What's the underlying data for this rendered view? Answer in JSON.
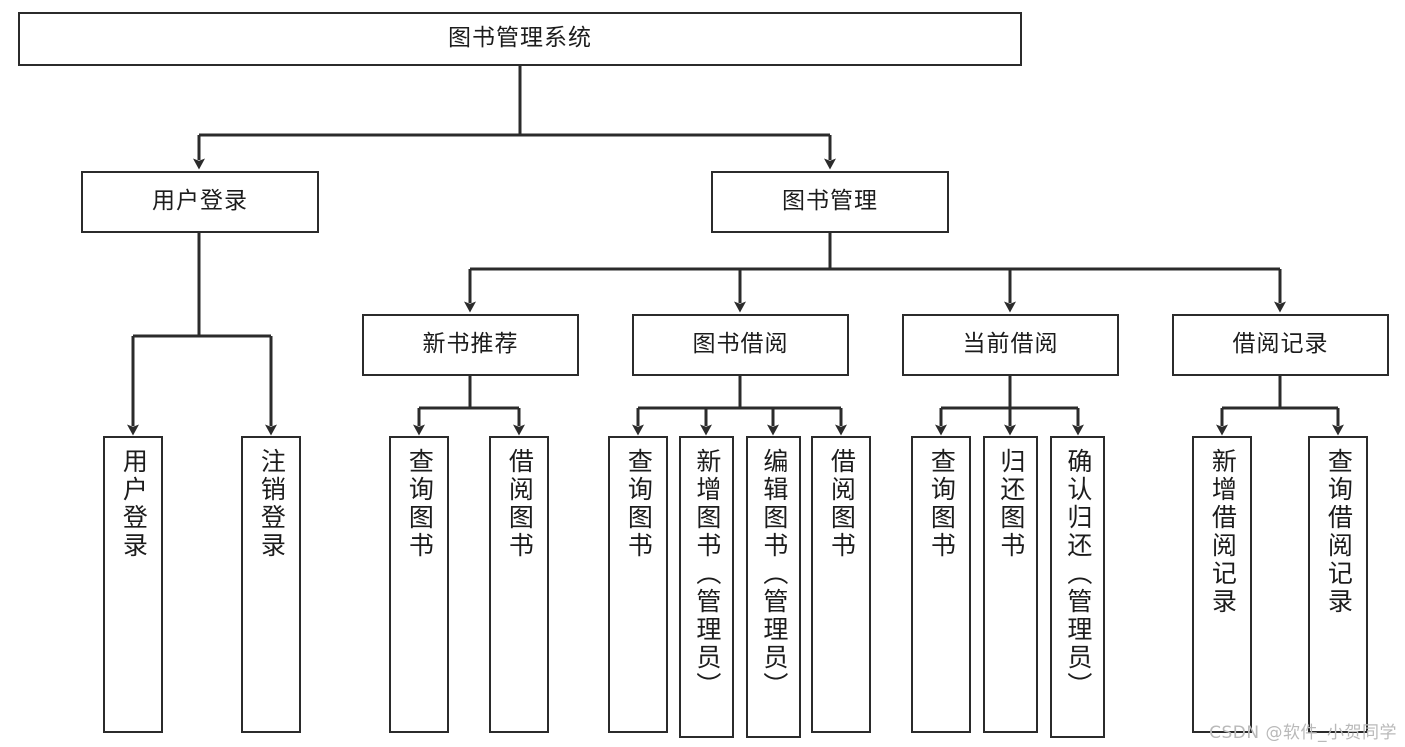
{
  "diagram": {
    "type": "tree",
    "title": "图书管理系统",
    "root": {
      "label": "图书管理系统"
    },
    "level2": [
      {
        "label": "用户登录"
      },
      {
        "label": "图书管理"
      }
    ],
    "level3": [
      {
        "label": "新书推荐"
      },
      {
        "label": "图书借阅"
      },
      {
        "label": "当前借阅"
      },
      {
        "label": "借阅记录"
      }
    ],
    "leaves": {
      "user_login": [
        {
          "label": "用户登录"
        },
        {
          "label": "注销登录"
        }
      ],
      "new_book": [
        {
          "label": "查询图书"
        },
        {
          "label": "借阅图书"
        }
      ],
      "borrow_book": [
        {
          "label": "查询图书"
        },
        {
          "label": "新增图书（管理员）"
        },
        {
          "label": "编辑图书（管理员）"
        },
        {
          "label": "借阅图书"
        }
      ],
      "current_borrow": [
        {
          "label": "查询图书"
        },
        {
          "label": "归还图书"
        },
        {
          "label": "确认归还（管理员）"
        }
      ],
      "borrow_record": [
        {
          "label": "新增借阅记录"
        },
        {
          "label": "查询借阅记录"
        }
      ]
    }
  },
  "watermark": {
    "text": "CSDN @软件_小贺同学"
  },
  "colors": {
    "border": "#2b2b2b",
    "background": "#ffffff",
    "text": "#1c1c1c",
    "watermark": "#b9b9b9"
  }
}
